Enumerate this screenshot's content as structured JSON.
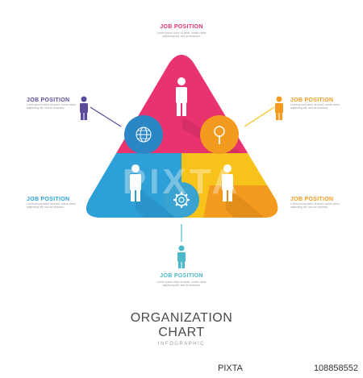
{
  "colors": {
    "pink": "#e8336e",
    "blue": "#2ea0d8",
    "yellow": "#f7c21a",
    "orange": "#f39a1f",
    "purple": "#5c4a9b",
    "teal": "#4bb9c9",
    "dark_text": "#4a4a4a"
  },
  "positions": [
    {
      "title": "JOB POSITION",
      "text": "Lorem ipsum dolor sit amet, conse ctetur adipiscing elit, sed do eiusmod.",
      "color": "#e8336e"
    },
    {
      "title": "JOB POSITION",
      "text": "Lorem ipsum dolor sit amet, conse ctetur adipiscing elit, sed do eiusmod.",
      "color": "#5c4a9b"
    },
    {
      "title": "JOB POSITION",
      "text": "Lorem ipsum dolor sit amet, conse ctetur adipiscing elit, sed do eiusmod.",
      "color": "#f39a1f"
    },
    {
      "title": "JOB POSITION",
      "text": "Lorem ipsum dolor sit amet, conse ctetur adipiscing elit, sed do eiusmod.",
      "color": "#2ea0d8"
    },
    {
      "title": "JOB POSITION",
      "text": "Lorem ipsum dolor sit amet, conse ctetur adipiscing elit, sed do eiusmod.",
      "color": "#f39a1f"
    },
    {
      "title": "JOB POSITION",
      "text": "Lorem ipsum dolor sit amet, conse ctetur adipiscing elit, sed do eiusmod.",
      "color": "#4bb9c9"
    }
  ],
  "chart_title": {
    "line1": "ORGANIZATION",
    "line2": "CHART",
    "subtitle": "INFOGRAPHIC"
  },
  "watermark": "PIXTA",
  "stock": {
    "logo": "PIXTA",
    "id": "108858552"
  },
  "icons": [
    "globe-icon",
    "magnifier-icon",
    "gear-icon",
    "person-icon"
  ]
}
